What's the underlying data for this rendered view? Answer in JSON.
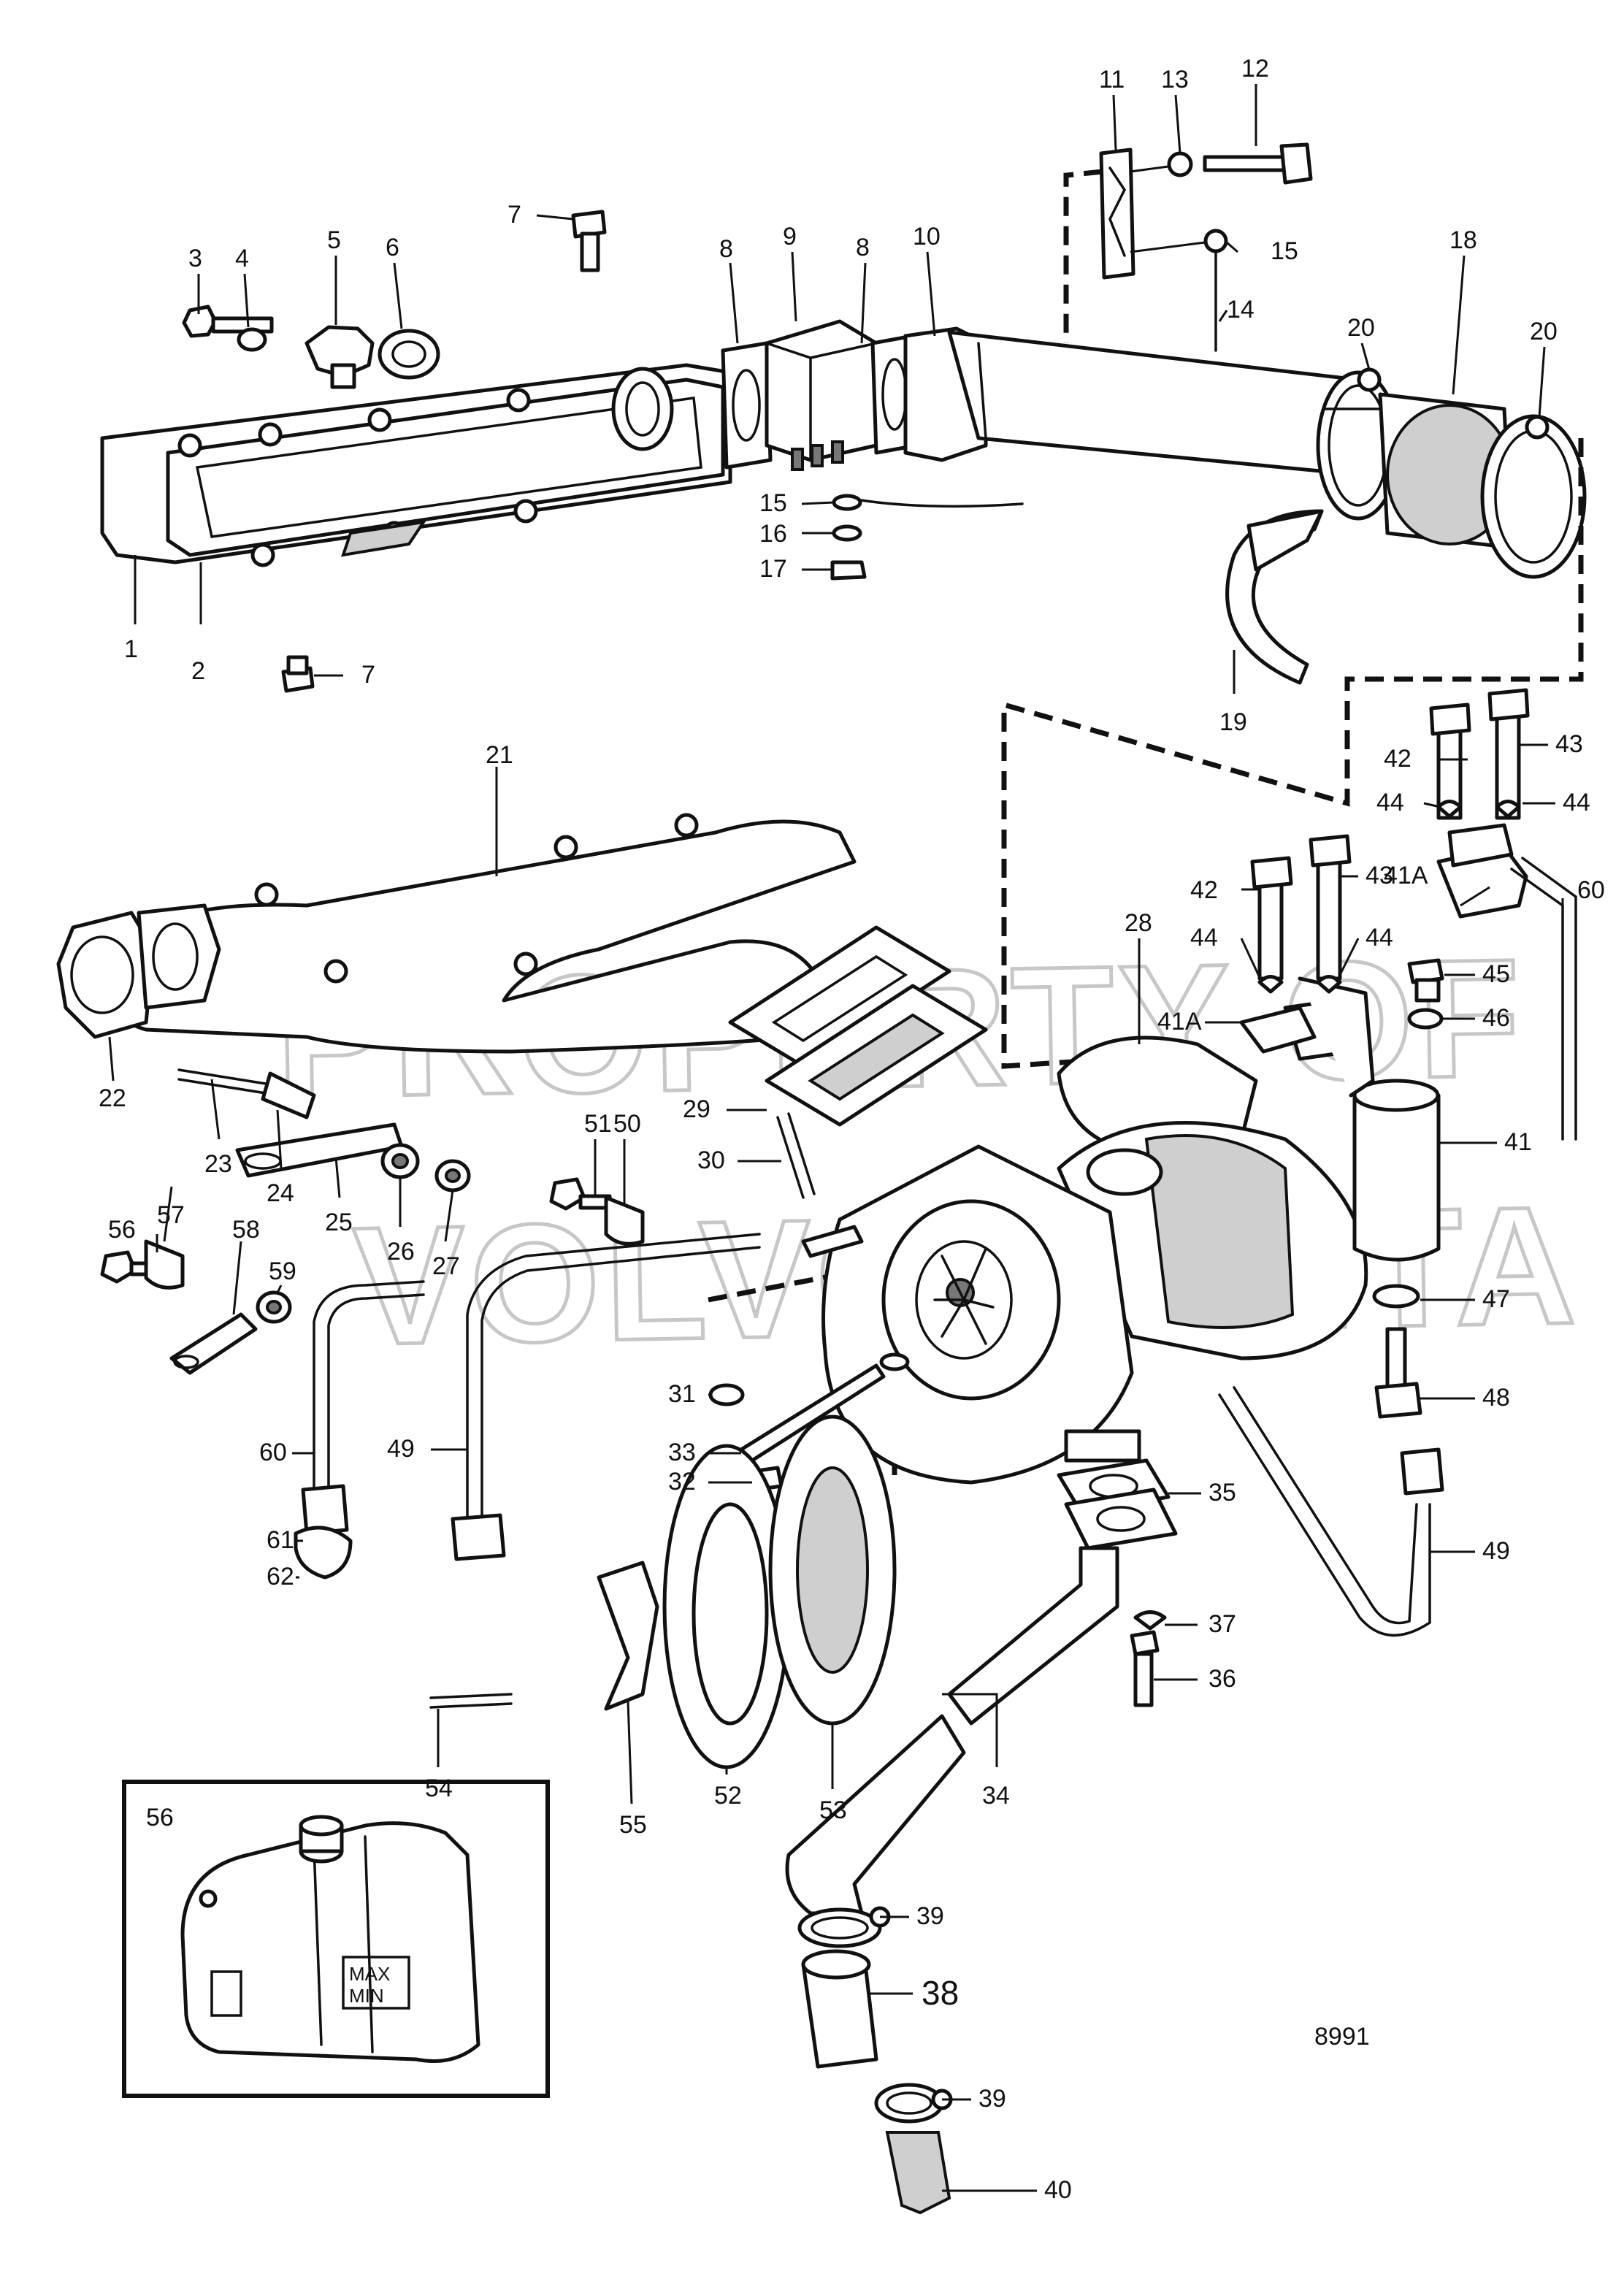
{
  "watermark": {
    "line1": "PROPERTY OF",
    "line2": "VOLVO PENTA"
  },
  "figure_number": "8991",
  "inset": {
    "label": "56",
    "tank_max": "MAX",
    "tank_min": "MIN"
  },
  "callouts": [
    "1",
    "2",
    "3",
    "4",
    "5",
    "6",
    "7",
    "7",
    "8",
    "8",
    "9",
    "10",
    "11",
    "12",
    "13",
    "14",
    "15",
    "15",
    "16",
    "17",
    "18",
    "19",
    "20",
    "20",
    "21",
    "22",
    "23",
    "24",
    "25",
    "26",
    "27",
    "28",
    "29",
    "30",
    "31",
    "32",
    "33",
    "34",
    "35",
    "36",
    "37",
    "38",
    "39",
    "39",
    "40",
    "41",
    "41A",
    "41A",
    "42",
    "42",
    "43",
    "43",
    "44",
    "44",
    "44",
    "44",
    "45",
    "46",
    "47",
    "48",
    "49",
    "49",
    "50",
    "51",
    "52",
    "53",
    "54",
    "55",
    "57",
    "58",
    "59",
    "60",
    "60",
    "61",
    "62",
    "56"
  ]
}
